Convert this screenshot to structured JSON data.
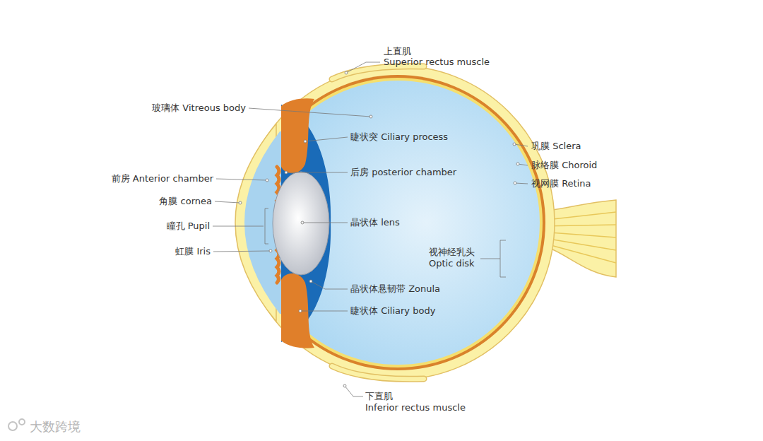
{
  "diagram": {
    "labels": [
      "上直肌",
      "Superior rectus muscle",
      "玻璃体 Vitreous body",
      "睫状突 Ciliary process",
      "巩膜 Sclera",
      "脉络膜 Choroid",
      "视网膜 Retina",
      "前房 Anterior chamber",
      "后房 posterior chamber",
      "角膜 cornea",
      "瞳孔 Pupil",
      "晶状体 lens",
      "视神经乳头",
      "Optic disk",
      "虹膜 Iris",
      "晶状体悬韧带 Zonula",
      "睫状体 Ciliary body",
      "下直肌",
      "Inferior rectus muscle",
      "大数跨境"
    ]
  }
}
